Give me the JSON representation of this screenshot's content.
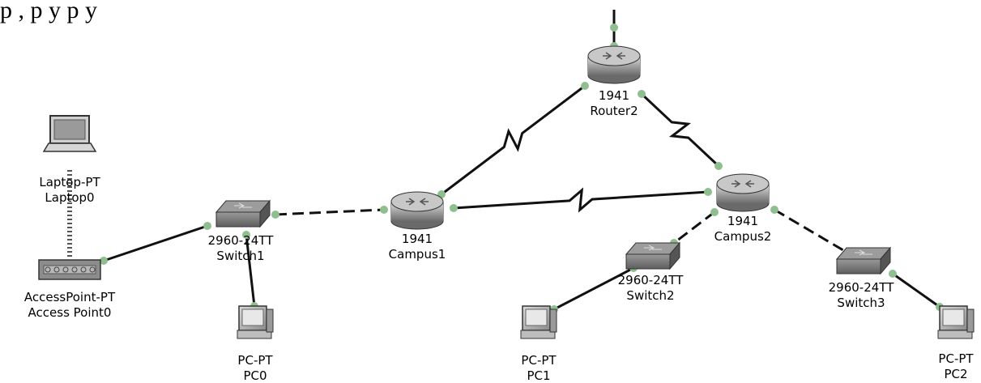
{
  "caption_text": "р  ,  р    у  р у",
  "devices": [
    {
      "id": "laptop0",
      "type": "laptop",
      "model": "Laptop-PT",
      "name": "Laptop0"
    },
    {
      "id": "ap0",
      "type": "accesspoint",
      "model": "AccessPoint-PT",
      "name": "Access Point0"
    },
    {
      "id": "switch1",
      "type": "switch",
      "model": "2960-24TT",
      "name": "Switch1"
    },
    {
      "id": "pc0",
      "type": "pc",
      "model": "PC-PT",
      "name": "PC0"
    },
    {
      "id": "campus1",
      "type": "router",
      "model": "1941",
      "name": "Campus1"
    },
    {
      "id": "router2",
      "type": "router",
      "model": "1941",
      "name": "Router2"
    },
    {
      "id": "campus2",
      "type": "router",
      "model": "1941",
      "name": "Campus2"
    },
    {
      "id": "switch2",
      "type": "switch",
      "model": "2960-24TT",
      "name": "Switch2"
    },
    {
      "id": "switch3",
      "type": "switch",
      "model": "2960-24TT",
      "name": "Switch3"
    },
    {
      "id": "pc1",
      "type": "pc",
      "model": "PC-PT",
      "name": "PC1"
    },
    {
      "id": "pc2",
      "type": "pc",
      "model": "PC-PT",
      "name": "PC2"
    }
  ],
  "links": [
    {
      "from": "laptop0",
      "to": "ap0",
      "kind": "wireless"
    },
    {
      "from": "ap0",
      "to": "switch1",
      "kind": "straight"
    },
    {
      "from": "switch1",
      "to": "pc0",
      "kind": "straight"
    },
    {
      "from": "switch1",
      "to": "campus1",
      "kind": "cross"
    },
    {
      "from": "campus1",
      "to": "router2",
      "kind": "serial"
    },
    {
      "from": "router2",
      "to": "campus2",
      "kind": "serial"
    },
    {
      "from": "campus1",
      "to": "campus2",
      "kind": "serial"
    },
    {
      "from": "campus2",
      "to": "switch2",
      "kind": "cross"
    },
    {
      "from": "campus2",
      "to": "switch3",
      "kind": "cross"
    },
    {
      "from": "switch2",
      "to": "pc1",
      "kind": "straight"
    },
    {
      "from": "switch3",
      "to": "pc2",
      "kind": "straight"
    },
    {
      "from": "router2",
      "to": "external",
      "kind": "straight"
    }
  ],
  "colors": {
    "link": "#111111",
    "port_dot": "#8fbf8f",
    "router_body": "#a9a9a9",
    "switch_body": "#808080",
    "device_outline": "#333333"
  }
}
